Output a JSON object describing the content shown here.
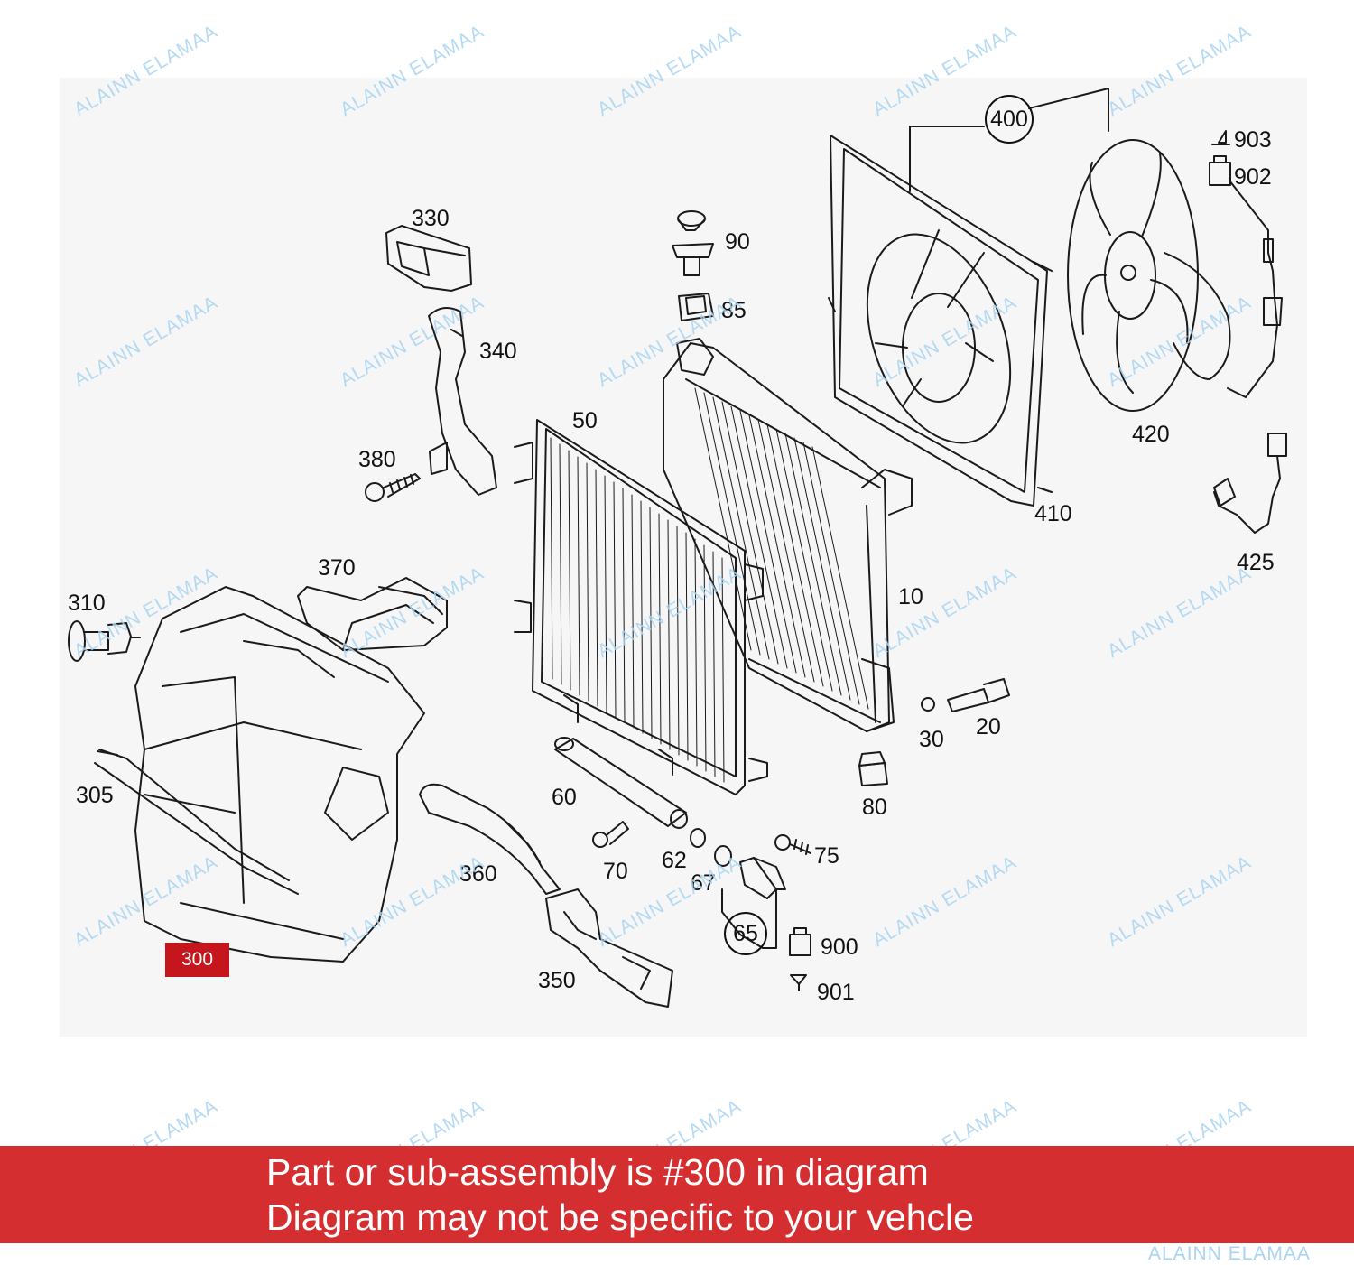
{
  "diagram": {
    "labels": {
      "p400": "400",
      "p903": "903",
      "p902": "902",
      "p330": "330",
      "p90": "90",
      "p85": "85",
      "p340": "340",
      "p420": "420",
      "p50": "50",
      "p380": "380",
      "p410": "410",
      "p425": "425",
      "p370": "370",
      "p310": "310",
      "p10": "10",
      "p20": "20",
      "p30": "30",
      "p305": "305",
      "p60": "60",
      "p80": "80",
      "p75": "75",
      "p70": "70",
      "p62": "62",
      "p360": "360",
      "p67": "67",
      "p65": "65",
      "p900": "900",
      "p350": "350",
      "p901": "901"
    },
    "highlight": "300"
  },
  "watermark": "ALAINN ELAMAA",
  "banner": {
    "line1": "Part or sub-assembly is #300 in diagram",
    "line2": "Diagram may not be specific to your vehcle"
  },
  "colors": {
    "banner": "#d42e30",
    "highlight": "#c4161c",
    "watermark": "#a9d4f2"
  }
}
